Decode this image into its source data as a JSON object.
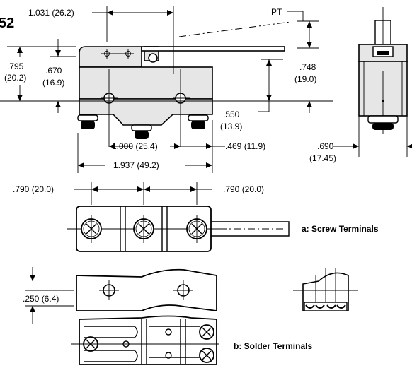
{
  "figure_number": "52",
  "dimensions": {
    "top_width": "1.031 (26.2)",
    "pt": "PT",
    "height_overall": ".795",
    "height_overall_mm": "(20.2)",
    "height_body": ".670",
    "height_body_mm": "(16.9)",
    "lever_height": ".748",
    "lever_height_mm": "(19.0)",
    "plunger_offset": ".550",
    "plunger_offset_mm": "(13.9)",
    "hole_spacing": "1.000 (25.4)",
    "right_offset": ".469 (11.9)",
    "body_length": "1.937 (49.2)",
    "side_width": ".690",
    "side_width_mm": "(17.45)",
    "terminal_spacing_left": ".790 (20.0)",
    "terminal_spacing_right": ".790 (20.0)",
    "solder_offset": ".250 (6.4)"
  },
  "labels": {
    "screw_terminals": "a: Screw Terminals",
    "solder_terminals": "b:  Solder Terminals"
  }
}
